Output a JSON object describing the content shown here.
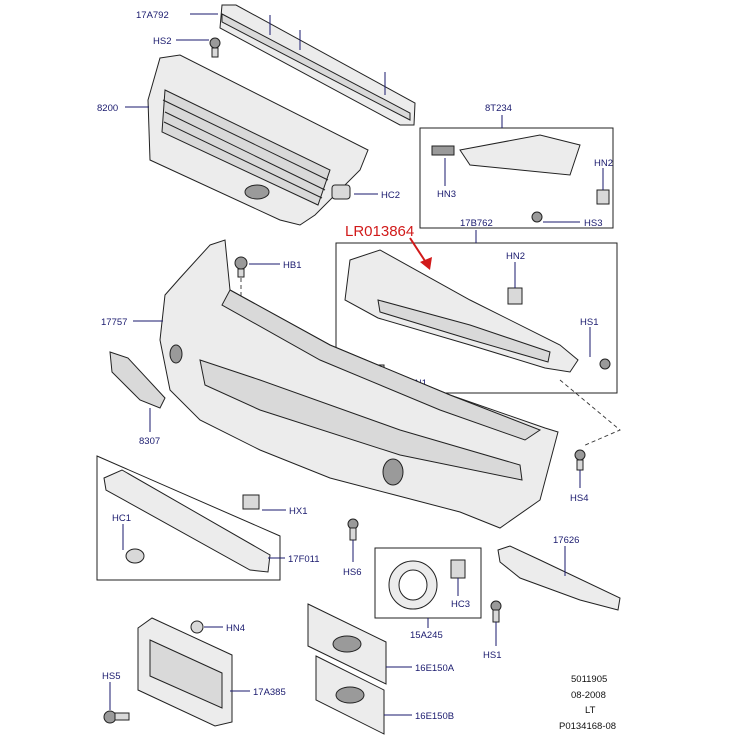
{
  "highlight": {
    "part_number": "LR013864",
    "color": "#d11a1a"
  },
  "labels": {
    "a17A792": "17A792",
    "hs2": "HS2",
    "n8200": "8200",
    "hc2": "HC2",
    "a8T234": "8T234",
    "hn2_top": "HN2",
    "hn3": "HN3",
    "hs3": "HS3",
    "a17B762": "17B762",
    "hb1": "HB1",
    "hn2_mid": "HN2",
    "n17757": "17757",
    "hs1_mid": "HS1",
    "hn1": "HN1",
    "n8307": "8307",
    "hs4": "HS4",
    "hc1": "HC1",
    "hx1": "HX1",
    "a17F011": "17F011",
    "n17626": "17626",
    "hs6": "HS6",
    "hc3": "HC3",
    "a15A245": "15A245",
    "hs1_low": "HS1",
    "hn4": "HN4",
    "a16E150A": "16E150A",
    "hs5": "HS5",
    "a17A385": "17A385",
    "a16E150B": "16E150B"
  },
  "footer": {
    "line1": "5011905",
    "line2": "08-2008",
    "line3": "LT",
    "line4": "P0134168-08"
  },
  "colors": {
    "label": "#1a1a6e",
    "outline": "#222222"
  }
}
